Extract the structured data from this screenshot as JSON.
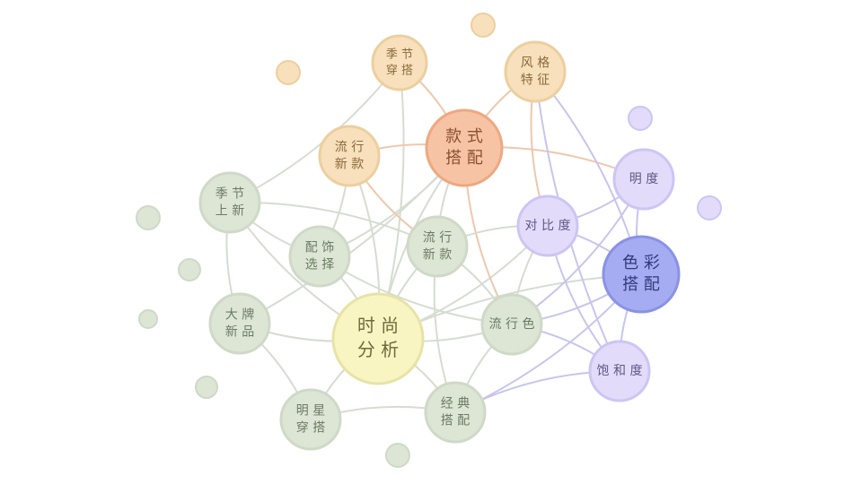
{
  "colors": {
    "green_fill": "#dde6d5",
    "green_stroke": "#cfd9c7",
    "green_text": "#6b7a62",
    "yellow_fill": "#f8f5c2",
    "yellow_stroke": "#e7e3a6",
    "yellow_text": "#6e6a3c",
    "orange_fill": "#f7c3a5",
    "orange_stroke": "#eea880",
    "orange_text": "#8a4f31",
    "peach_fill": "#f7e0bb",
    "peach_stroke": "#eccf9f",
    "peach_text": "#8a6a3f",
    "lavender_fill": "#e2dcfa",
    "lavender_stroke": "#cdc5f3",
    "lavender_text": "#5e5788",
    "blue_fill": "#a5acf1",
    "blue_stroke": "#8a92e6",
    "blue_text": "#33397a",
    "edge_gray": "#d6dcd1",
    "edge_orange": "#efc7ad",
    "edge_purple": "#c8c5ec"
  },
  "nodes": [
    {
      "id": "fashion",
      "lines": [
        "时 尚",
        "分 析"
      ],
      "tone": "yellow",
      "size": "xl"
    },
    {
      "id": "style_match",
      "lines": [
        "款 式",
        "搭 配"
      ],
      "tone": "orange",
      "size": "lg"
    },
    {
      "id": "color_match",
      "lines": [
        "色 彩",
        "搭 配"
      ],
      "tone": "blue",
      "size": "lg"
    },
    {
      "id": "season_match",
      "lines": [
        "季 节",
        "穿 搭"
      ],
      "tone": "peach",
      "size": "sm"
    },
    {
      "id": "style_feature",
      "lines": [
        "风 格",
        "特 征"
      ],
      "tone": "peach",
      "size": "md"
    },
    {
      "id": "trend_new_top",
      "lines": [
        "流 行",
        "新 款"
      ],
      "tone": "peach",
      "size": "md"
    },
    {
      "id": "brightness",
      "lines": [
        "明 度"
      ],
      "tone": "lavender",
      "size": "md"
    },
    {
      "id": "contrast",
      "lines": [
        "对 比 度"
      ],
      "tone": "lavender",
      "size": "md"
    },
    {
      "id": "saturation",
      "lines": [
        "饱 和 度"
      ],
      "tone": "lavender",
      "size": "md"
    },
    {
      "id": "season_new",
      "lines": [
        "季 节",
        "上 新"
      ],
      "tone": "green",
      "size": "md"
    },
    {
      "id": "accessory",
      "lines": [
        "配 饰",
        "选 择"
      ],
      "tone": "green",
      "size": "md"
    },
    {
      "id": "trend_new_mid",
      "lines": [
        "流 行",
        "新 款"
      ],
      "tone": "green",
      "size": "md"
    },
    {
      "id": "brand_new",
      "lines": [
        "大 牌",
        "新 品"
      ],
      "tone": "green",
      "size": "md"
    },
    {
      "id": "trend_color",
      "lines": [
        "流 行 色"
      ],
      "tone": "green",
      "size": "md"
    },
    {
      "id": "star_outfit",
      "lines": [
        "明 星",
        "穿 搭"
      ],
      "tone": "green",
      "size": "md"
    },
    {
      "id": "classic_match",
      "lines": [
        "经 典",
        "搭 配"
      ],
      "tone": "green",
      "size": "md"
    }
  ],
  "dots": [
    {
      "id": "dot_peach_1",
      "tone": "peach"
    },
    {
      "id": "dot_peach_2",
      "tone": "peach"
    },
    {
      "id": "dot_lav_1",
      "tone": "lavender"
    },
    {
      "id": "dot_lav_2",
      "tone": "lavender"
    },
    {
      "id": "dot_green_1",
      "tone": "green"
    },
    {
      "id": "dot_green_2",
      "tone": "green"
    },
    {
      "id": "dot_green_3",
      "tone": "green"
    },
    {
      "id": "dot_green_4",
      "tone": "green"
    },
    {
      "id": "dot_green_5",
      "tone": "green"
    }
  ],
  "edges": [
    {
      "from": "fashion",
      "to": "season_match",
      "tone": "gray"
    },
    {
      "from": "fashion",
      "to": "season_new",
      "tone": "gray"
    },
    {
      "from": "fashion",
      "to": "accessory",
      "tone": "gray"
    },
    {
      "from": "fashion",
      "to": "brand_new",
      "tone": "gray"
    },
    {
      "from": "fashion",
      "to": "star_outfit",
      "tone": "gray"
    },
    {
      "from": "fashion",
      "to": "classic_match",
      "tone": "gray"
    },
    {
      "from": "fashion",
      "to": "trend_color",
      "tone": "gray"
    },
    {
      "from": "fashion",
      "to": "trend_new_mid",
      "tone": "gray"
    },
    {
      "from": "fashion",
      "to": "trend_new_top",
      "tone": "gray"
    },
    {
      "from": "fashion",
      "to": "style_match",
      "tone": "gray"
    },
    {
      "from": "fashion",
      "to": "contrast",
      "tone": "gray"
    },
    {
      "from": "fashion",
      "to": "color_match",
      "tone": "gray"
    },
    {
      "from": "style_match",
      "to": "season_match",
      "tone": "orange"
    },
    {
      "from": "style_match",
      "to": "style_feature",
      "tone": "orange"
    },
    {
      "from": "style_match",
      "to": "trend_new_top",
      "tone": "orange"
    },
    {
      "from": "style_match",
      "to": "brightness",
      "tone": "orange"
    },
    {
      "from": "style_match",
      "to": "trend_color",
      "tone": "orange"
    },
    {
      "from": "style_match",
      "to": "accessory",
      "tone": "gray"
    },
    {
      "from": "style_match",
      "to": "trend_new_mid",
      "tone": "gray"
    },
    {
      "from": "style_match",
      "to": "brand_new",
      "tone": "gray"
    },
    {
      "from": "trend_new_top",
      "to": "trend_new_mid",
      "tone": "orange"
    },
    {
      "from": "trend_new_top",
      "to": "accessory",
      "tone": "gray"
    },
    {
      "from": "style_feature",
      "to": "contrast",
      "tone": "orange"
    },
    {
      "from": "style_feature",
      "to": "color_match",
      "tone": "purple"
    },
    {
      "from": "style_feature",
      "to": "saturation",
      "tone": "purple"
    },
    {
      "from": "season_match",
      "to": "season_new",
      "tone": "gray"
    },
    {
      "from": "season_new",
      "to": "accessory",
      "tone": "gray"
    },
    {
      "from": "season_new",
      "to": "trend_new_mid",
      "tone": "gray"
    },
    {
      "from": "season_new",
      "to": "brand_new",
      "tone": "gray"
    },
    {
      "from": "brand_new",
      "to": "star_outfit",
      "tone": "gray"
    },
    {
      "from": "accessory",
      "to": "trend_color",
      "tone": "gray"
    },
    {
      "from": "trend_new_mid",
      "to": "contrast",
      "tone": "gray"
    },
    {
      "from": "trend_new_mid",
      "to": "classic_match",
      "tone": "gray"
    },
    {
      "from": "trend_new_mid",
      "to": "trend_color",
      "tone": "gray"
    },
    {
      "from": "trend_color",
      "to": "classic_match",
      "tone": "gray"
    },
    {
      "from": "trend_color",
      "to": "contrast",
      "tone": "gray"
    },
    {
      "from": "trend_color",
      "to": "color_match",
      "tone": "purple"
    },
    {
      "from": "trend_color",
      "to": "saturation",
      "tone": "purple"
    },
    {
      "from": "contrast",
      "to": "brightness",
      "tone": "purple"
    },
    {
      "from": "contrast",
      "to": "color_match",
      "tone": "purple"
    },
    {
      "from": "contrast",
      "to": "saturation",
      "tone": "purple"
    },
    {
      "from": "color_match",
      "to": "brightness",
      "tone": "purple"
    },
    {
      "from": "color_match",
      "to": "saturation",
      "tone": "purple"
    },
    {
      "from": "color_match",
      "to": "classic_match",
      "tone": "purple"
    },
    {
      "from": "saturation",
      "to": "classic_match",
      "tone": "purple"
    },
    {
      "from": "brightness",
      "to": "trend_color",
      "tone": "purple"
    },
    {
      "from": "classic_match",
      "to": "star_outfit",
      "tone": "gray"
    }
  ]
}
